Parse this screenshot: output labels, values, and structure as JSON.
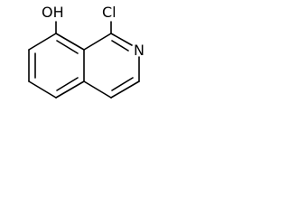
{
  "molecule": {
    "atoms": {
      "hydroxyl": "OH",
      "chlorine": "Cl",
      "nitrogen": "N"
    }
  }
}
